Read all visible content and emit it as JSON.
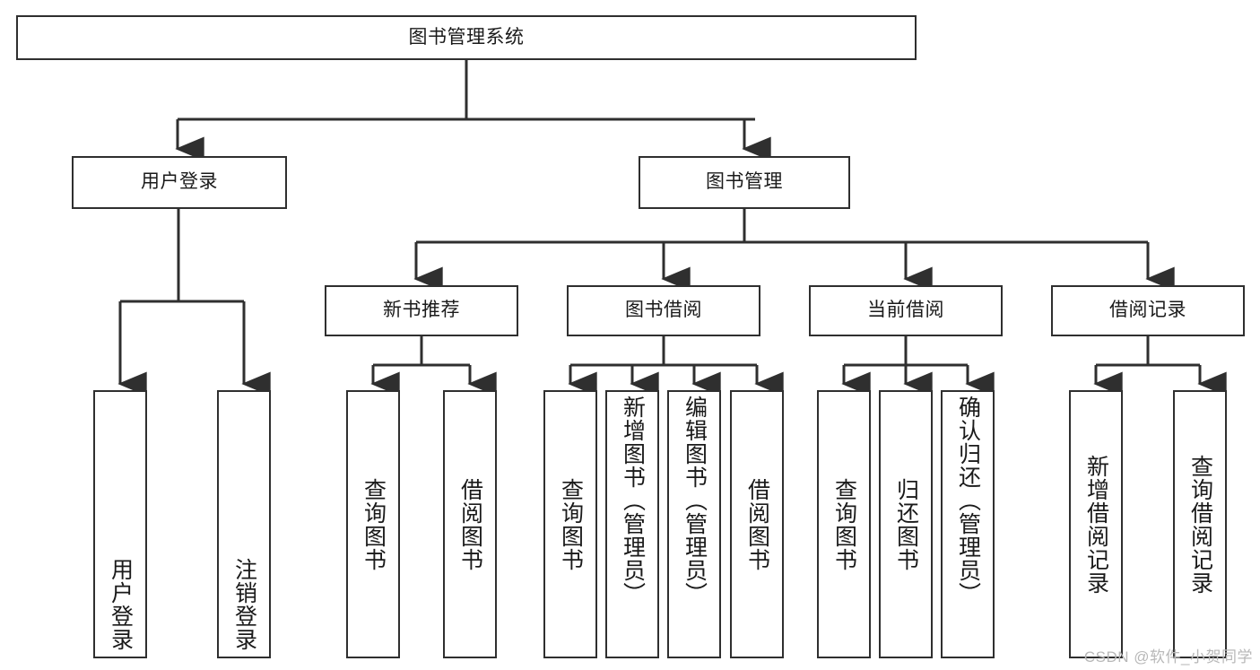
{
  "diagram": {
    "type": "tree-hierarchy-flowchart",
    "title": "图书管理系统",
    "watermark": "CSDN @软件_小贺同学",
    "colors": {
      "stroke": "#2f2f2f",
      "fill": "#ffffff",
      "text": "#1a1a1a",
      "watermark": "#b8b8b8"
    },
    "nodes": {
      "root": {
        "label": "图书管理系统"
      },
      "level2": [
        {
          "id": "user-login",
          "label": "用户登录"
        },
        {
          "id": "book-management",
          "label": "图书管理"
        }
      ],
      "level3": [
        {
          "id": "new-book-recommend",
          "label": "新书推荐"
        },
        {
          "id": "book-borrow",
          "label": "图书借阅"
        },
        {
          "id": "current-borrow",
          "label": "当前借阅"
        },
        {
          "id": "borrow-record",
          "label": "借阅记录"
        }
      ],
      "leaves": {
        "user_login": [
          {
            "id": "leaf-user-login",
            "label": "用户登录"
          },
          {
            "id": "leaf-logout-login",
            "label": "注销登录"
          }
        ],
        "new_book_recommend": [
          {
            "id": "leaf-query-book-1",
            "label": "查询图书"
          },
          {
            "id": "leaf-borrow-book-1",
            "label": "借阅图书"
          }
        ],
        "book_borrow": [
          {
            "id": "leaf-query-book-2",
            "label": "查询图书"
          },
          {
            "id": "leaf-add-book-admin",
            "label": "新增图书（管理员）"
          },
          {
            "id": "leaf-edit-book-admin",
            "label": "编辑图书（管理员）"
          },
          {
            "id": "leaf-borrow-book-2",
            "label": "借阅图书"
          }
        ],
        "current_borrow": [
          {
            "id": "leaf-query-book-3",
            "label": "查询图书"
          },
          {
            "id": "leaf-return-book",
            "label": "归还图书"
          },
          {
            "id": "leaf-confirm-return-admin",
            "label": "确认归还（管理员）"
          }
        ],
        "borrow_record": [
          {
            "id": "leaf-add-borrow-record",
            "label": "新增借阅记录"
          },
          {
            "id": "leaf-query-borrow-record",
            "label": "查询借阅记录"
          }
        ]
      }
    }
  }
}
